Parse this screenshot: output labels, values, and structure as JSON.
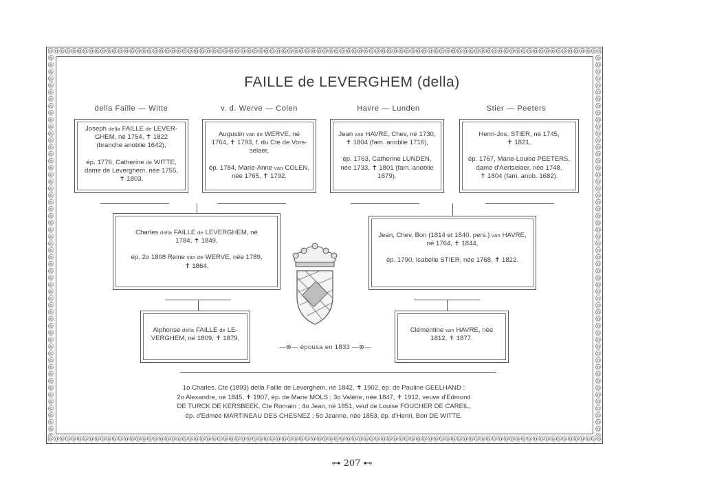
{
  "header": {
    "title": "FAILLE de LEVERGHEM (della)"
  },
  "border": {
    "pattern": "@@@@@@@@@@@@@@@@@@@@@@@@@@@@@@@@@@@@@@@@@@@@@@@@@@@@@@@@@@@@@@@@@@@@@@@@@@@@@@@@@@@@@@@@@@@@@@@@@@@@@@@@@@@@@@@@@@@@@@@@@@@@@@@@@@@@@@@@@@@@@@@@@@@@@@@@@@@@@@@@@@@@@@@@@@@@@@@@@@@@@@@@@@@@@@@@@@@@@@@@@@@@@@@@@@@@@@@@@@@@@@@@@@@@@@@@@@@@@@@@@@@@@@@@@@@@@@@@@@@@@@@@@@@@@@@@@@@@@@@"
  },
  "generation1": {
    "columns": [
      {
        "heading": "della Faille — Witte"
      },
      {
        "heading": "v. d. Werve — Colen"
      },
      {
        "heading": "Havre — Lunden"
      },
      {
        "heading": "Stier — Peeters"
      }
    ],
    "boxes": [
      {
        "l1a": "Joseph ",
        "l1sc": "della",
        "l1b": " FAILLE ",
        "l1sc2": "de",
        "l1c": " LEVER-",
        "l2": "GHEM, né 1754, ✝ 1822",
        "l3": "(branche anoblie 1642),",
        "l4a": "ép. 1776, Catherine ",
        "l4sc": "de",
        "l4b": " WITTE,",
        "l5": "dame de Leverghem, née 1755,",
        "l6": "✝ 1803."
      },
      {
        "l1a": "Augustin ",
        "l1sc": "van de",
        "l1b": " WERVE, né",
        "l2": "1764, ✝ 1793, f. du Cte de Vors-",
        "l3": "selaer,",
        "l4a": "ép. 1784, Marie-Anne ",
        "l4sc": "van",
        "l4b": " COLEN,",
        "l5": "née 1765, ✝ 1792."
      },
      {
        "l1a": "Jean ",
        "l1sc": "van",
        "l1b": " HAVRE, Chev, né 1730,",
        "l2": "✝ 1804 (fam. anoblie 1716),",
        "l3": "ép. 1763, Catherine LUNDEN,",
        "l4": "née 1733, ✝ 1801 (fam. anoblie",
        "l5": "1679)."
      },
      {
        "l1": "Henri-Jos. STIER, né 1745,",
        "l2": "✝ 1821,",
        "l3": "ép. 1767, Marie-Louise PEETERS,",
        "l4": "dame d'Aertselaer, née 1748,",
        "l5": "✝ 1804 (fam. anob. 1682)."
      }
    ]
  },
  "generation2": {
    "left": {
      "l1a": "Charles ",
      "l1sc": "della",
      "l1b": " FAILLE ",
      "l1sc2": "de",
      "l1c": " LEVERGHEM, né",
      "l2": "1784, ✝ 1849,",
      "l3a": "ép. 2o 1808 Reine ",
      "l3sc": "van de",
      "l3b": " WERVE, née 1789,",
      "l4": "✝ 1864."
    },
    "right": {
      "l1a": "Jean, Chev, Bon (1814 et 1840, pers.) ",
      "l1sc": "van",
      "l1b": " HAVRE,",
      "l2": "né 1764, ✝ 1844,",
      "l3": "ép. 1790, Isabelle STIER, née 1768, ✝ 1822."
    }
  },
  "generation3": {
    "left": {
      "l1a": "Alphonse ",
      "l1sc": "della",
      "l1b": " FAILLE ",
      "l1sc2": "de",
      "l1c": " LE-",
      "l2": "VERGHEM, né 1809, ✝ 1879,"
    },
    "right": {
      "l1a": "Clémentine ",
      "l1sc": "van",
      "l1b": " HAVRE, née",
      "l2": "1812, ✝ 1877."
    },
    "married": "—⊗—  épousa en 1833  —⊗—"
  },
  "children": {
    "line1": "1o Charles, Cte (1893) della Faille de Leverghem, né 1842, ✝ 1902, ép. de Pauline GEELHAND ;",
    "line2": "2o Alexandre, né 1845, ✝ 1907, ép. de Marie MOLS ; 3o Valérie, née 1847, ✝ 1912, veuve d'Edmond",
    "line3": "DE TURCK DE KERSBEEK, Cte Romain ; 4o Jean, né 1851, veuf de Louise FOUCHER DE CAREIL,",
    "line4": "ép. d'Edmée MARTINEAU DES CHESNEZ ; 5o Jeanne, née 1853, ép. d'Henri, Bon DE WITTE."
  },
  "footer": {
    "page_number": "⊶ 207 ⊷"
  },
  "colors": {
    "ink": "#3c3c3c",
    "paper": "#ffffff"
  },
  "icons": [
    "coat-of-arms-icon",
    "crown-icon"
  ]
}
